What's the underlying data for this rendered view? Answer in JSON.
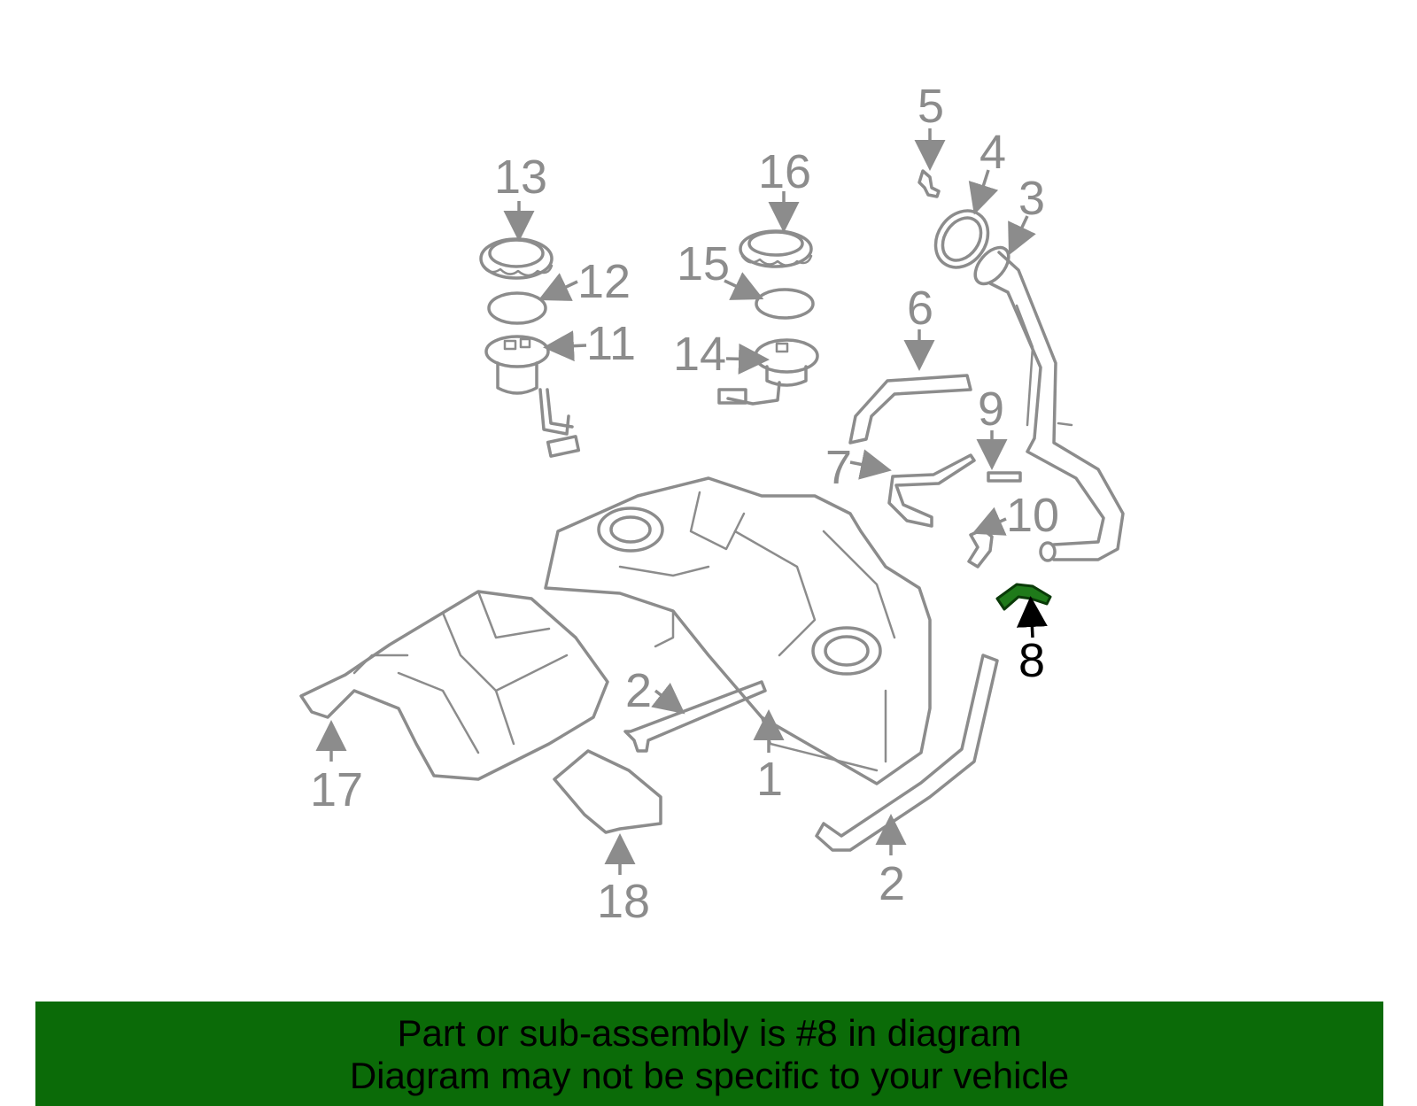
{
  "caption": {
    "line1": "Part or sub-assembly is #8 in diagram",
    "line2": "Diagram may not be specific to your vehicle"
  },
  "diagram": {
    "highlighted_part": "8",
    "callouts": {
      "c1": "1",
      "c2a": "2",
      "c2b": "2",
      "c3": "3",
      "c4": "4",
      "c5": "5",
      "c6": "6",
      "c7": "7",
      "c8": "8",
      "c9": "9",
      "c10": "10",
      "c11": "11",
      "c12": "12",
      "c13": "13",
      "c14": "14",
      "c15": "15",
      "c16": "16",
      "c17": "17",
      "c18": "18"
    }
  },
  "colors": {
    "line_art": "#8c8c8c",
    "highlight_part": "#1f7a1a",
    "banner": "#0b6b08",
    "active_label": "#000000"
  }
}
